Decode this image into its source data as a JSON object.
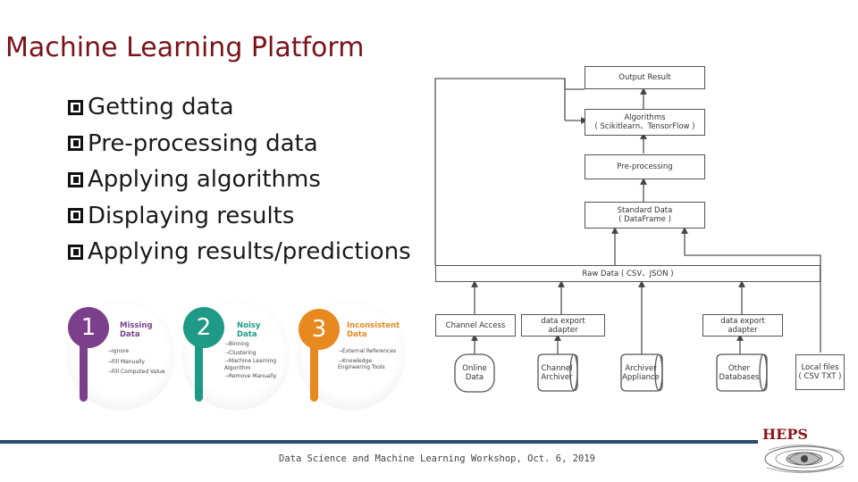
{
  "slide": {
    "title": "Machine Learning Platform",
    "bullets": [
      "Getting data",
      "Pre-processing data",
      "Applying algorithms",
      "Displaying results",
      "Applying results/predictions"
    ]
  },
  "cards": [
    {
      "number": "1",
      "heading": [
        "Missing",
        "Data"
      ],
      "items": [
        "Ignore",
        "Fill Manually",
        "Fill Computed Value"
      ],
      "color": "#7b3f8c"
    },
    {
      "number": "2",
      "heading": [
        "Noisy",
        "Data"
      ],
      "items": [
        "Binning",
        "Clustering",
        "Machine Learning Algorithm",
        "Remove Manually"
      ],
      "color": "#1f9a86"
    },
    {
      "number": "3",
      "heading": [
        "Inconsistent",
        "Data"
      ],
      "items": [
        "External References",
        "Knowledge Engineering Tools"
      ],
      "color": "#e8891f"
    }
  ],
  "diagram": {
    "output_result": "Output Result",
    "algorithms": [
      "Algorithms",
      "( Scikitlearn、TensorFlow )"
    ],
    "preprocessing": "Pre-processing",
    "standard_data": [
      "Standard Data",
      "( DataFrame )"
    ],
    "raw_data": "Raw Data ( CSV、JSON )",
    "channel_access": "Channel Access",
    "export_adapter_1": [
      "data export",
      "adapter"
    ],
    "export_adapter_2": [
      "data export",
      "adapter"
    ],
    "online_data": [
      "Online",
      "Data"
    ],
    "channel_archiver": [
      "Channel",
      "Archiver"
    ],
    "archiver_appliance": [
      "Archiver",
      "Appliance"
    ],
    "other_databases": [
      "Other",
      "Databases"
    ],
    "local_files": [
      "Local files",
      "( CSV TXT )"
    ]
  },
  "footer": "Data Science and Machine Learning Workshop, Oct. 6, 2019",
  "logo": "HEPS",
  "colors": {
    "title": "#7a1219",
    "footer_bar": "#2a4b6e"
  }
}
